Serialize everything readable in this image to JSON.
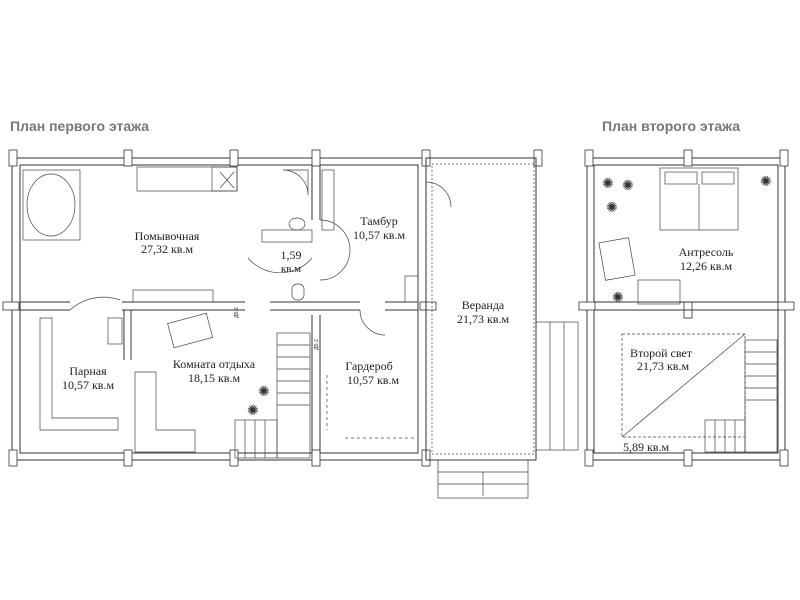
{
  "headings": {
    "first_floor": "План первого этажа",
    "second_floor": "План второго этажа"
  },
  "first_floor_rooms": {
    "washroom": {
      "name": "Помывочная",
      "area": "27,32 кв.м"
    },
    "wc": {
      "area_value": "1,59",
      "area_unit": "кв.м"
    },
    "vestibule": {
      "name": "Тамбур",
      "area": "10,57 кв.м"
    },
    "veranda": {
      "name": "Веранда",
      "area": "21,73 кв.м"
    },
    "steam_room": {
      "name": "Парная",
      "area": "10,57 кв.м"
    },
    "lounge": {
      "name": "Комната отдыха",
      "area": "18,15 кв.м"
    },
    "wardrobe": {
      "name": "Гардероб",
      "area": "10,57 кв.м"
    }
  },
  "second_floor_rooms": {
    "mezzanine": {
      "name": "Антресоль",
      "area": "12,26 кв.м"
    },
    "second_light": {
      "name": "Второй свет",
      "area": "21,73 кв.м"
    },
    "stair_landing": {
      "area": "5,89 кв.м"
    }
  },
  "markings": {
    "db2_a": "ДБ 2",
    "db2_b": "ДБ 2"
  }
}
